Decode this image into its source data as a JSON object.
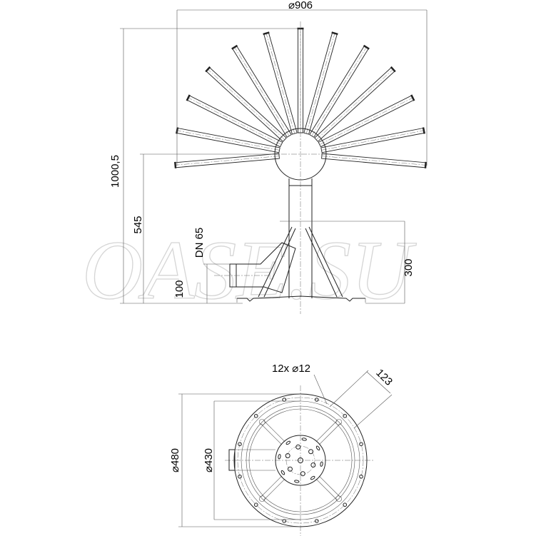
{
  "watermark": "OASE.SU",
  "side_view": {
    "dim_diameter": "⌀906",
    "dim_height_total": "1000,5",
    "dim_height_sphere": "545",
    "dim_inlet": "DN 65",
    "dim_inlet_height": "100",
    "dim_base_height": "300",
    "jet_count": 13
  },
  "top_view": {
    "dim_holes": "12x ⌀12",
    "dim_offset": "123",
    "dim_outer": "⌀480",
    "dim_inner": "⌀430",
    "hole_count": 12
  }
}
